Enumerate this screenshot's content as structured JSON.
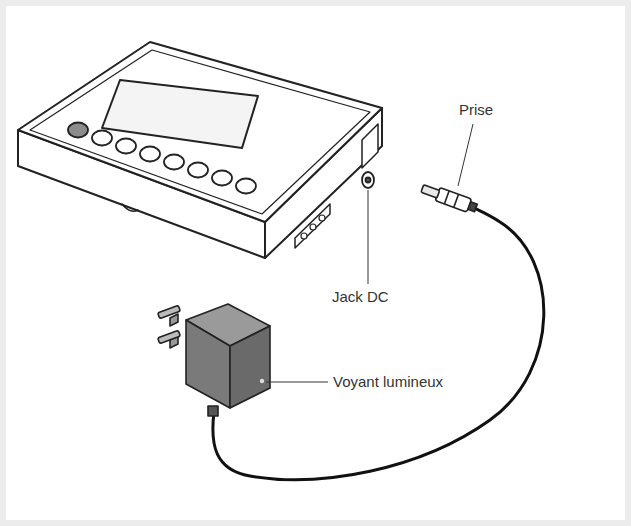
{
  "diagram": {
    "labels": [
      "Prise",
      "Jack DC",
      "Voyant lumineux"
    ]
  }
}
